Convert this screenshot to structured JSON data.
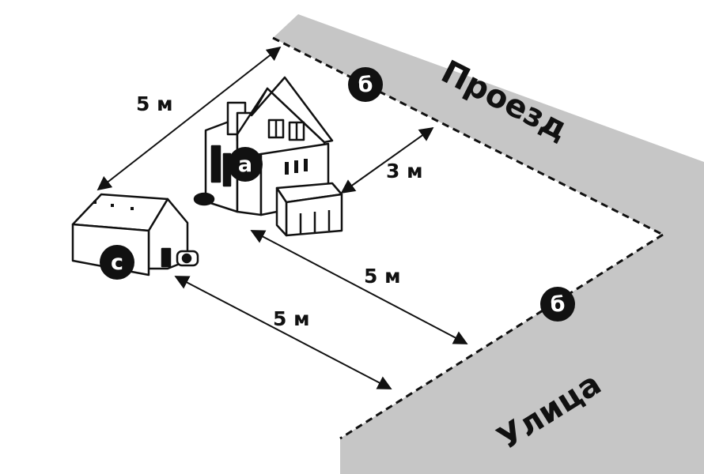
{
  "streets": {
    "top": "Проезд",
    "bottom": "Улица"
  },
  "markers": {
    "house": "а",
    "boundary": "б",
    "shed": "с"
  },
  "dimensions": {
    "shed_to_top_corner": "5 м",
    "house_to_driveway": "3 м",
    "house_to_street": "5 м",
    "shed_to_street": "5 м"
  },
  "colors": {
    "road": "#c6c6c6",
    "line": "#111111",
    "marker_fill": "#111111",
    "marker_text": "#ffffff"
  }
}
